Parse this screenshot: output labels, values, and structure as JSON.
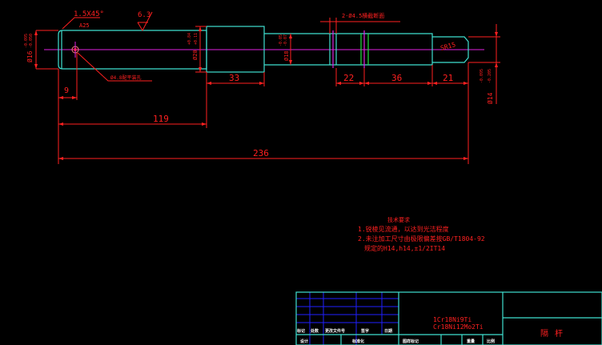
{
  "drawing": {
    "title": "隔杆",
    "materials": [
      "1Cr18Ni9Ti",
      "Cr18Ni12Mo2Ti"
    ],
    "colors": {
      "background": "#000000",
      "outline": "#3fe0d0",
      "dimension": "#ff2020",
      "centerline": "#e020e0",
      "groove": "#20e040",
      "table_inner": "#2020ff",
      "table_text": "#ffffff"
    }
  },
  "annotations": {
    "chamfer": "1.5X45°",
    "chamfer_sub": "A25",
    "roughness": "6.3",
    "hole_note": "Ø4.8配平装孔",
    "groove_note": "2-Ø4.5横截断面",
    "thread": "SR15",
    "dia_left": "Ø16",
    "dia_left_tol_upper": "-0.050",
    "dia_left_tol_lower": "-0.095",
    "dia_step1": "Ø20",
    "dia_step1_tol_upper": "+0.84",
    "dia_step1_tol_lower": "+0.11",
    "dia_mid": "Ø18",
    "dia_mid_tol_upper": "-0.05",
    "dia_mid_tol_lower": "-0.07",
    "dia_right": "Ø14",
    "dia_right_tol_upper": "-0.095",
    "dia_right_tol_lower": "-0.205"
  },
  "dimensions": {
    "d9": "9",
    "d33": "33",
    "d22": "22",
    "d36": "36",
    "d21": "21",
    "d119": "119",
    "d236": "236"
  },
  "tech_requirements": {
    "heading": "技术要求",
    "line1": "1.锐棱见流通，以达到光洁程度",
    "line2": "2.未注加工尺寸由极限偏差按GB/T1804-92",
    "line3": "规定的H14,h14,±1/2IT14"
  },
  "title_block": {
    "header_cells": [
      "标记",
      "处数",
      "更改文件号",
      "签字",
      "日期"
    ],
    "row2_cells": [
      "设计",
      "标准化"
    ],
    "stage_label": "图样标记",
    "weight_label": "重量",
    "scale_label": "比例"
  }
}
